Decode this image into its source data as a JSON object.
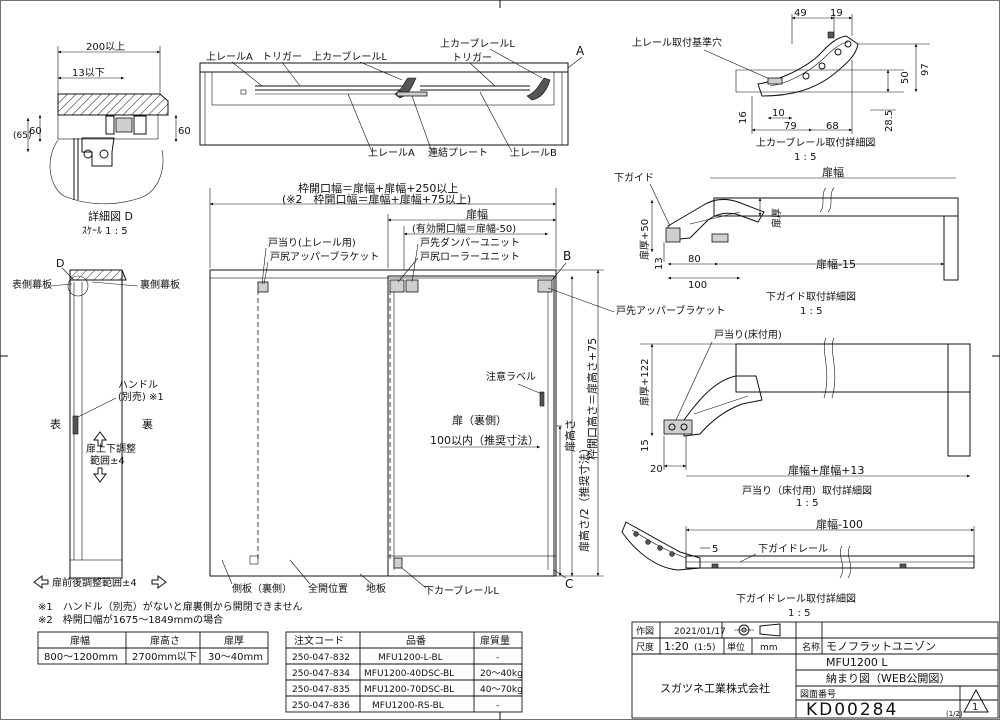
{
  "rail_section": {
    "labels": {
      "upper_rail_a_top": "上レールA",
      "trigger_left": "トリガー",
      "upper_curve_rail_l_left": "上カーブレールL",
      "upper_curve_rail_l_right": "上カーブレールL",
      "trigger_right": "トリガー",
      "marker_a": "A",
      "upper_rail_a_bottom": "上レールA",
      "connecting_plate": "連結プレート",
      "upper_rail_b": "上レールB"
    }
  },
  "detail_d": {
    "dim_200": "200以上",
    "dim_13": "13以下",
    "dim_65": "(65)",
    "dim_60_left": "60",
    "dim_60_right": "60",
    "title": "詳細図 D",
    "scale": "ｽｹｰﾙ 1 : 5"
  },
  "side_view": {
    "marker_d": "D",
    "front_valance": "表側幕板",
    "back_valance": "裏側幕板",
    "handle": "ハンドル",
    "handle_note": "(別売) ※1",
    "front_side": "表",
    "back_side": "裏",
    "door_adjust_1": "扉上下調整",
    "door_adjust_2": "範囲±4",
    "front_back_adjust": "扉前後調整範囲±4"
  },
  "front_view": {
    "frame_width": "枠開口幅＝扉幅+扉幅+250以上",
    "frame_width_note": "(※2　枠開口幅＝扉幅+扉幅+75以上)",
    "door_width": "扉幅",
    "effective_width": "(有効開口幅＝扉幅-50)",
    "door_stop_upper": "戸当り(上レール用)",
    "door_tail_bracket": "戸尻アッパーブラケット",
    "damper_unit": "戸先ダンパーユニット",
    "roller_unit": "戸尻ローラーユニット",
    "marker_b": "B",
    "door_tip_bracket": "戸先アッパーブラケット",
    "caution_label": "注意ラベル",
    "door_back": "扉（裏側）",
    "recommended": "100以内（推奨寸法）",
    "door_height": "扉高さ",
    "frame_height": "枠開口高さ＝扉高さ+75",
    "half_height": "扉高さ/2（推奨寸法）",
    "side_board": "側板（裏側）",
    "full_open": "全開位置",
    "floor_board": "地板",
    "lower_curve_rail": "下カーブレールL",
    "marker_c": "C"
  },
  "notes": {
    "note1": "※1　ハンドル（別売）がないと扉裏側から開閉できません",
    "note2": "※2　枠開口幅が1675～1849mmの場合"
  },
  "spec_table": {
    "headers": [
      "扉幅",
      "扉高さ",
      "扉厚"
    ],
    "row": [
      "800～1200mm",
      "2700mm以下",
      "30～40mm"
    ]
  },
  "order_table": {
    "headers": [
      "注文コード",
      "品番",
      "扉質量"
    ],
    "rows": [
      [
        "250-047-832",
        "MFU1200-L-BL",
        "-"
      ],
      [
        "250-047-834",
        "MFU1200-40DSC-BL",
        "20～40kg"
      ],
      [
        "250-047-835",
        "MFU1200-70DSC-BL",
        "40～70kg"
      ],
      [
        "250-047-836",
        "MFU1200-RS-BL",
        "-"
      ]
    ]
  },
  "detail_curve_rail": {
    "dim_49": "49",
    "dim_19": "19",
    "ref_hole": "上レール取付基準穴",
    "dim_97": "97",
    "dim_50": "50",
    "dim_10": "10",
    "dim_79": "79",
    "dim_68": "68",
    "dim_16": "16",
    "dim_28_5": "28.5",
    "title": "上カーブレール取付詳細図",
    "scale": "1 : 5"
  },
  "detail_lower_guide": {
    "lower_guide": "下ガイド",
    "door_width": "扉幅",
    "door_thickness_50": "扉厚+50",
    "door_thickness": "扉厚",
    "dim_13": "13",
    "dim_80": "80",
    "dim_100": "100",
    "door_width_minus_15": "扉幅-15",
    "title": "下ガイド取付詳細図",
    "scale": "1 : 5"
  },
  "detail_floor_stop": {
    "door_stop_floor": "戸当り(床付用)",
    "door_thickness_122": "扉厚+122",
    "dim_15": "15",
    "dim_20": "20",
    "double_width": "扉幅+扉幅+13",
    "title": "戸当り（床付用）取付詳細図",
    "scale": "1 : 5"
  },
  "detail_lower_guide_rail": {
    "door_width_minus_100": "扉幅-100",
    "dim_5": "5",
    "lower_guide_rail": "下ガイドレール",
    "title": "下ガイドレール取付詳細図",
    "scale": "1 : 5"
  },
  "title_block": {
    "drawn_label": "作図",
    "drawn_date": "2021/01/17",
    "scale_label": "尺度",
    "scale_value": "1:20",
    "scale_sub": "(1:5)",
    "unit_label": "単位",
    "unit_value": "mm",
    "name_label": "名称",
    "product_name": "モノフラットユニゾン",
    "model": "MFU1200 L",
    "drawing_type": "納まり図（WEB公開図）",
    "company": "スガツネ工業株式会社",
    "drawing_no_label": "図面番号",
    "drawing_no": "KD00284",
    "revision": "1",
    "page": "(1/2)"
  }
}
